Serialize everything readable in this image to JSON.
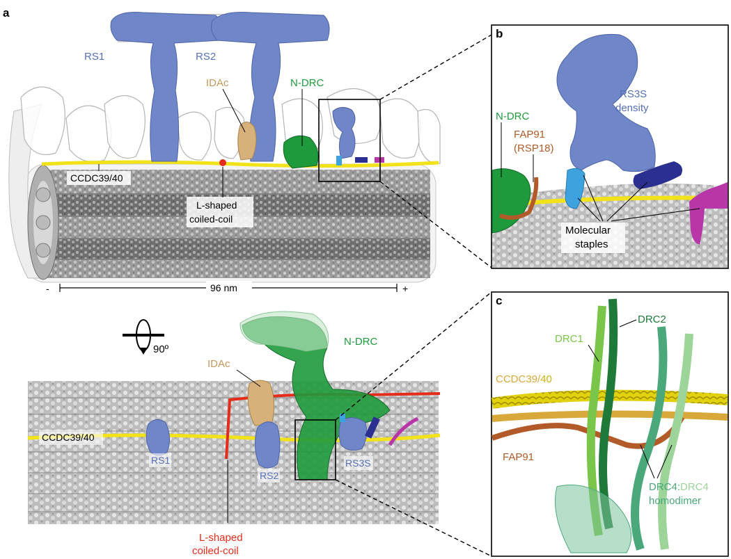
{
  "panels": {
    "a": {
      "letter": "a",
      "rs1": "RS1",
      "rs2": "RS2",
      "idac": "IDAc",
      "ndrc": "N-DRC",
      "ccdc": "CCDC39/40",
      "lshaped_line1": "L-shaped",
      "lshaped_line2": "coiled-coil",
      "scale_minus": "-",
      "scale_plus": "+",
      "scale_label": "96 nm"
    },
    "a_bottom": {
      "rotation": "90º",
      "idac": "IDAc",
      "ndrc": "N-DRC",
      "ccdc": "CCDC39/40",
      "rs1": "RS1",
      "rs2": "RS2",
      "rs3s": "RS3S",
      "lshaped_line1": "L-shaped",
      "lshaped_line2": "coiled-coil"
    },
    "b": {
      "letter": "b",
      "rs3s_line1": "RS3S",
      "rs3s_line2": "density",
      "ndrc": "N-DRC",
      "fap91_line1": "FAP91",
      "fap91_line2": "(RSP18)",
      "staples_line1": "Molecular",
      "staples_line2": "staples"
    },
    "c": {
      "letter": "c",
      "drc2": "DRC2",
      "drc1": "DRC1",
      "ccdc_a": "CCDC39/",
      "ccdc_b": "40",
      "fap91": "FAP91",
      "drc4_a": "DRC4",
      "drc4_sep": ":",
      "drc4_b": "DRC4",
      "homodimer": "homodimer"
    }
  },
  "colors": {
    "radial_spoke": "#6f86c8",
    "idac": "#d8b07a",
    "ndrc": "#1e9a3c",
    "ccdc": "#f2e21a",
    "lshaped": "#e52c1a",
    "fap91": "#b25a28",
    "staple_blue": "#3ea2df",
    "staple_navy": "#2b2f8f",
    "staple_magenta": "#b836a8",
    "drc1": "#7ac64a",
    "drc2": "#1f7a3a",
    "drc4": "#4aa87a",
    "drc4_light": "#9cd49a",
    "ccdc_orange": "#d8a83a"
  }
}
